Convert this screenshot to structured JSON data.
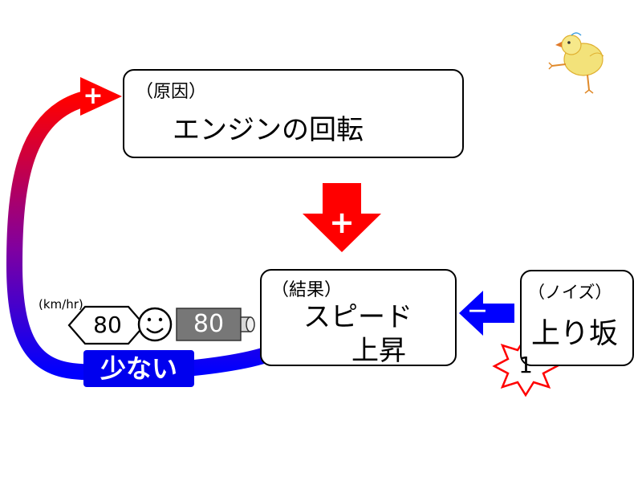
{
  "cause_box": {
    "tag": "（原因）",
    "title": "エンジンの回転"
  },
  "result_box": {
    "tag": "（結果）",
    "line1": "スピード",
    "line2": "上昇"
  },
  "noise_box": {
    "tag": "（ノイズ）",
    "title": "上り坂"
  },
  "feedback_loop": {
    "label": "少ない",
    "sign": "+"
  },
  "effect_arrow": {
    "sign": "+"
  },
  "noise_arrow": {
    "sign": "－"
  },
  "speed_unit": "(km/hr)",
  "speed_sign_value": "80",
  "meter_value": "80",
  "burst_value": "1",
  "colors": {
    "red": "#ff0000",
    "blue": "#0000ee",
    "outline_red": "#e00000"
  }
}
